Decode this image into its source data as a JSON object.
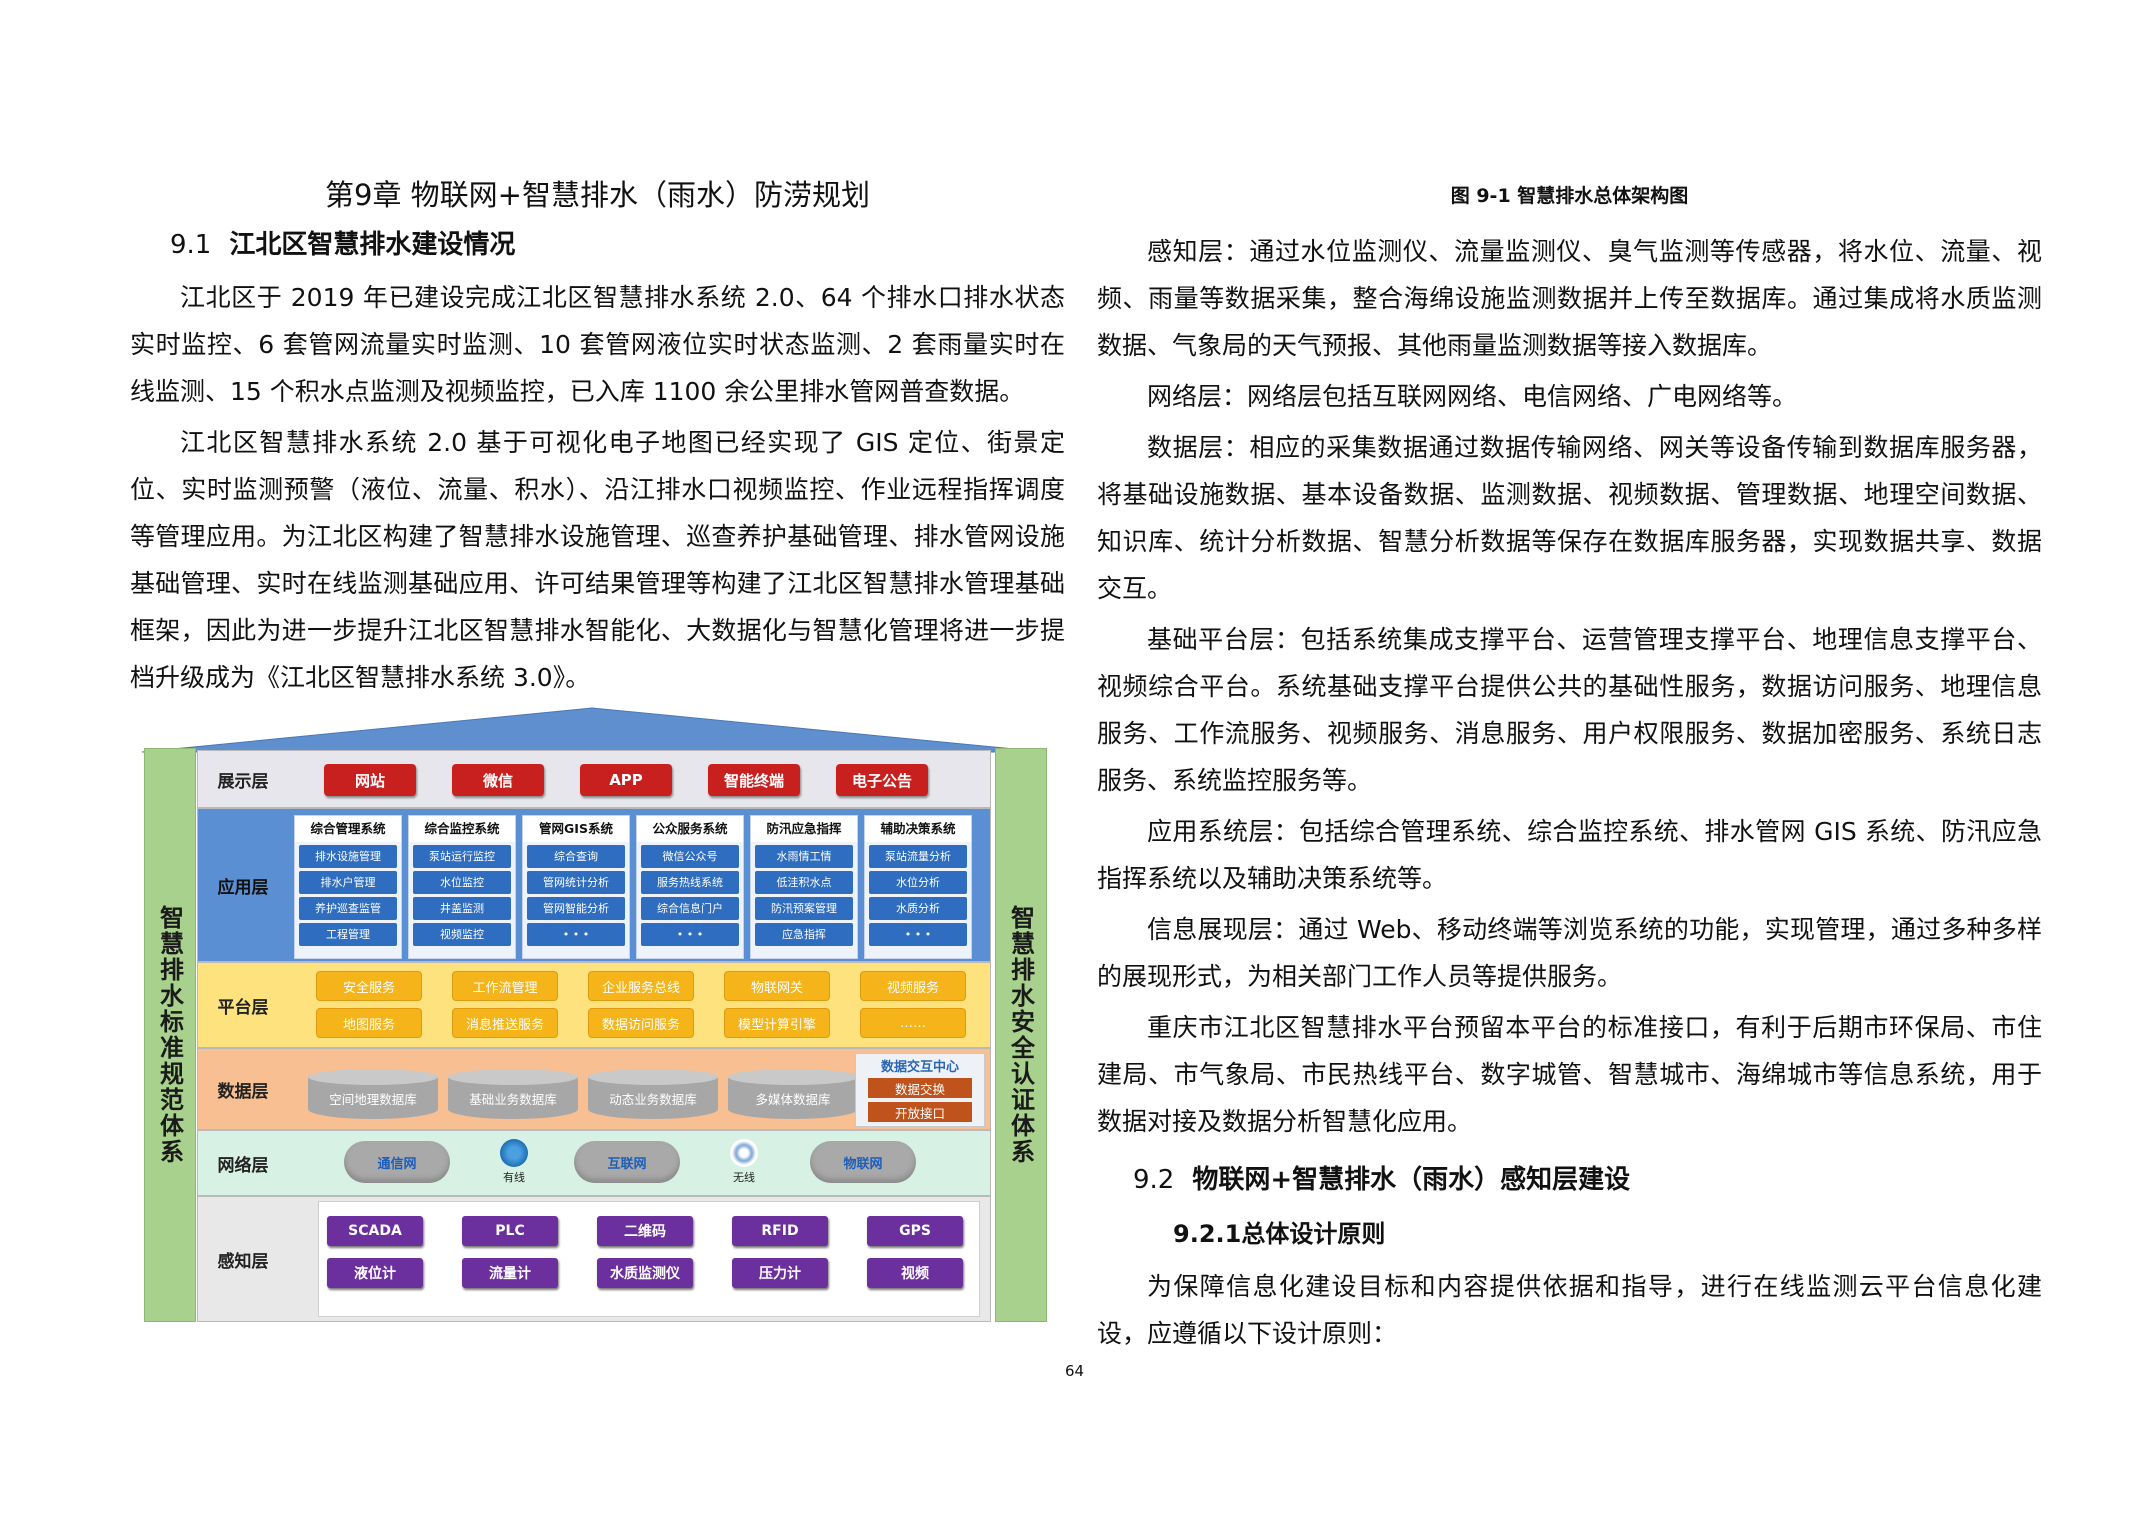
{
  "chapter_title": "第9章  物联网+智慧排水（雨水）防涝规划",
  "section_9_1": {
    "num": "9.1",
    "title": "江北区智慧排水建设情况"
  },
  "left_paragraphs": [
    "江北区于 2019 年已建设完成江北区智慧排水系统 2.0、64 个排水口排水状态实时监控、6 套管网流量实时监测、10 套管网液位实时状态监测、2 套雨量实时在线监测、15 个积水点监测及视频监控，已入库 1100 余公里排水管网普查数据。",
    "江北区智慧排水系统 2.0 基于可视化电子地图已经实现了 GIS 定位、街景定位、实时监测预警（液位、流量、积水）、沿江排水口视频监控、作业远程指挥调度等管理应用。为江北区构建了智慧排水设施管理、巡查养护基础管理、排水管网设施基础管理、实时在线监测基础应用、许可结果管理等构建了江北区智慧排水管理基础框架，因此为进一步提升江北区智慧排水智能化、大数据化与智慧化管理将进一步提档升级成为《江北区智慧排水系统 3.0》。"
  ],
  "diagram": {
    "side_left": "智慧排水标准规范体系",
    "side_right": "智慧排水安全认证体系",
    "layers": {
      "show": {
        "label": "展示层",
        "items": [
          "网站",
          "微信",
          "APP",
          "智能终端",
          "电子公告"
        ]
      },
      "app": {
        "label": "应用层",
        "columns": [
          {
            "title": "综合管理系统",
            "items": [
              "排水设施管理",
              "排水户管理",
              "养护巡查监管",
              "工程管理"
            ]
          },
          {
            "title": "综合监控系统",
            "items": [
              "泵站运行监控",
              "水位监控",
              "井盖监测",
              "视频监控"
            ]
          },
          {
            "title": "管网GIS系统",
            "items": [
              "综合查询",
              "管网统计分析",
              "管网智能分析",
              "• • •"
            ]
          },
          {
            "title": "公众服务系统",
            "items": [
              "微信公众号",
              "服务热线系统",
              "综合信息门户",
              "• • •"
            ]
          },
          {
            "title": "防汛应急指挥",
            "items": [
              "水雨情工情",
              "低洼积水点",
              "防汛预案管理",
              "应急指挥"
            ]
          },
          {
            "title": "辅助决策系统",
            "items": [
              "泵站流量分析",
              "水位分析",
              "水质分析",
              "• • •"
            ]
          }
        ]
      },
      "platform": {
        "label": "平台层",
        "items": [
          "安全服务",
          "工作流管理",
          "企业服务总线",
          "物联网关",
          "视频服务",
          "地图服务",
          "消息推送服务",
          "数据访问服务",
          "模型计算引擎",
          "……"
        ]
      },
      "data": {
        "label": "数据层",
        "items": [
          "空间地理数据库",
          "基础业务数据库",
          "动态业务数据库",
          "多媒体数据库"
        ],
        "exchange_title": "数据交互中心",
        "exchange_items": [
          "数据交换",
          "开放接口"
        ]
      },
      "network": {
        "label": "网络层",
        "clouds": [
          "通信网",
          "互联网",
          "物联网"
        ],
        "wired": "有线",
        "wireless": "无线"
      },
      "sense": {
        "label": "感知层",
        "items": [
          "SCADA",
          "PLC",
          "二维码",
          "RFID",
          "GPS",
          "液位计",
          "流量计",
          "水质监测仪",
          "压力计",
          "视频"
        ]
      }
    }
  },
  "figure_caption": "图 9-1 智慧排水总体架构图",
  "right_paragraphs": [
    "感知层：通过水位监测仪、流量监测仪、臭气监测等传感器，将水位、流量、视频、雨量等数据采集，整合海绵设施监测数据并上传至数据库。通过集成将水质监测数据、气象局的天气预报、其他雨量监测数据等接入数据库。",
    "网络层：网络层包括互联网网络、电信网络、广电网络等。",
    "数据层：相应的采集数据通过数据传输网络、网关等设备传输到数据库服务器，将基础设施数据、基本设备数据、监测数据、视频数据、管理数据、地理空间数据、知识库、统计分析数据、智慧分析数据等保存在数据库服务器，实现数据共享、数据交互。",
    "基础平台层：包括系统集成支撑平台、运营管理支撑平台、地理信息支撑平台、视频综合平台。系统基础支撑平台提供公共的基础性服务，数据访问服务、地理信息服务、工作流服务、视频服务、消息服务、用户权限服务、数据加密服务、系统日志服务、系统监控服务等。",
    "应用系统层：包括综合管理系统、综合监控系统、排水管网 GIS 系统、防汛应急指挥系统以及辅助决策系统等。",
    "信息展现层：通过 Web、移动终端等浏览系统的功能，实现管理，通过多种多样的展现形式，为相关部门工作人员等提供服务。",
    "重庆市江北区智慧排水平台预留本平台的标准接口，有利于后期市环保局、市住建局、市气象局、市民热线平台、数字城管、智慧城市、海绵城市等信息系统，用于数据对接及数据分析智慧化应用。"
  ],
  "section_9_2": {
    "num": "9.2",
    "title": "物联网+智慧排水（雨水）感知层建设"
  },
  "section_9_2_1": "9.2.1总体设计原则",
  "right_final_paragraph": "为保障信息化建设目标和内容提供依据和指导，进行在线监测云平台信息化建设，应遵循以下设计原则：",
  "page_number": "64",
  "colors": {
    "roof": "#5f8fcf",
    "side": "#a8d18d",
    "show_btn": "#c81f1f",
    "app_cell": "#2e6dbf",
    "platform_btn": "#f4b41a",
    "sense_btn": "#6c2f9e"
  }
}
